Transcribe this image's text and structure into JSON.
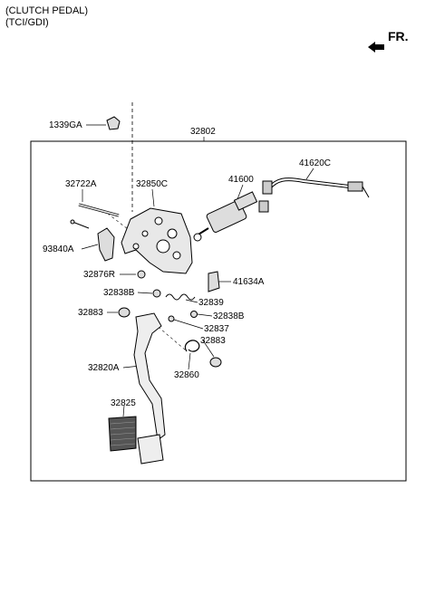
{
  "header": {
    "line1": "(CLUTCH PEDAL)",
    "line2": "(TCI/GDI)"
  },
  "direction": {
    "label": "FR.",
    "icon": "forward-arrow-icon"
  },
  "labels": {
    "p1339GA": "1339GA",
    "p32802": "32802",
    "p41620C": "41620C",
    "p41600": "41600",
    "p32722A": "32722A",
    "p32850C": "32850C",
    "p93840A": "93840A",
    "p32876R": "32876R",
    "p41634A": "41634A",
    "p32838B_a": "32838B",
    "p32839": "32839",
    "p32883_a": "32883",
    "p32838B_b": "32838B",
    "p32837": "32837",
    "p32883_b": "32883",
    "p32820A": "32820A",
    "p32860": "32860",
    "p32825": "32825"
  }
}
